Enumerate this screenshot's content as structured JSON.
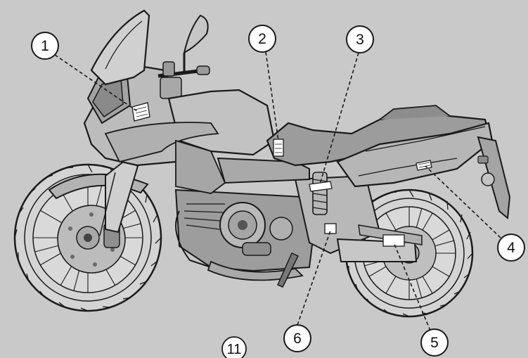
{
  "colors": {
    "background": "#c9c9c9",
    "body_panel": "#bdbdbd",
    "body_dark": "#9a9a9a",
    "outline": "#1a1a1a",
    "label_patch": "#ffffff"
  },
  "callouts": [
    {
      "id": "1",
      "label": "1"
    },
    {
      "id": "2",
      "label": "2"
    },
    {
      "id": "3",
      "label": "3"
    },
    {
      "id": "4",
      "label": "4"
    },
    {
      "id": "5",
      "label": "5"
    },
    {
      "id": "6",
      "label": "6"
    }
  ],
  "page_number": "11"
}
